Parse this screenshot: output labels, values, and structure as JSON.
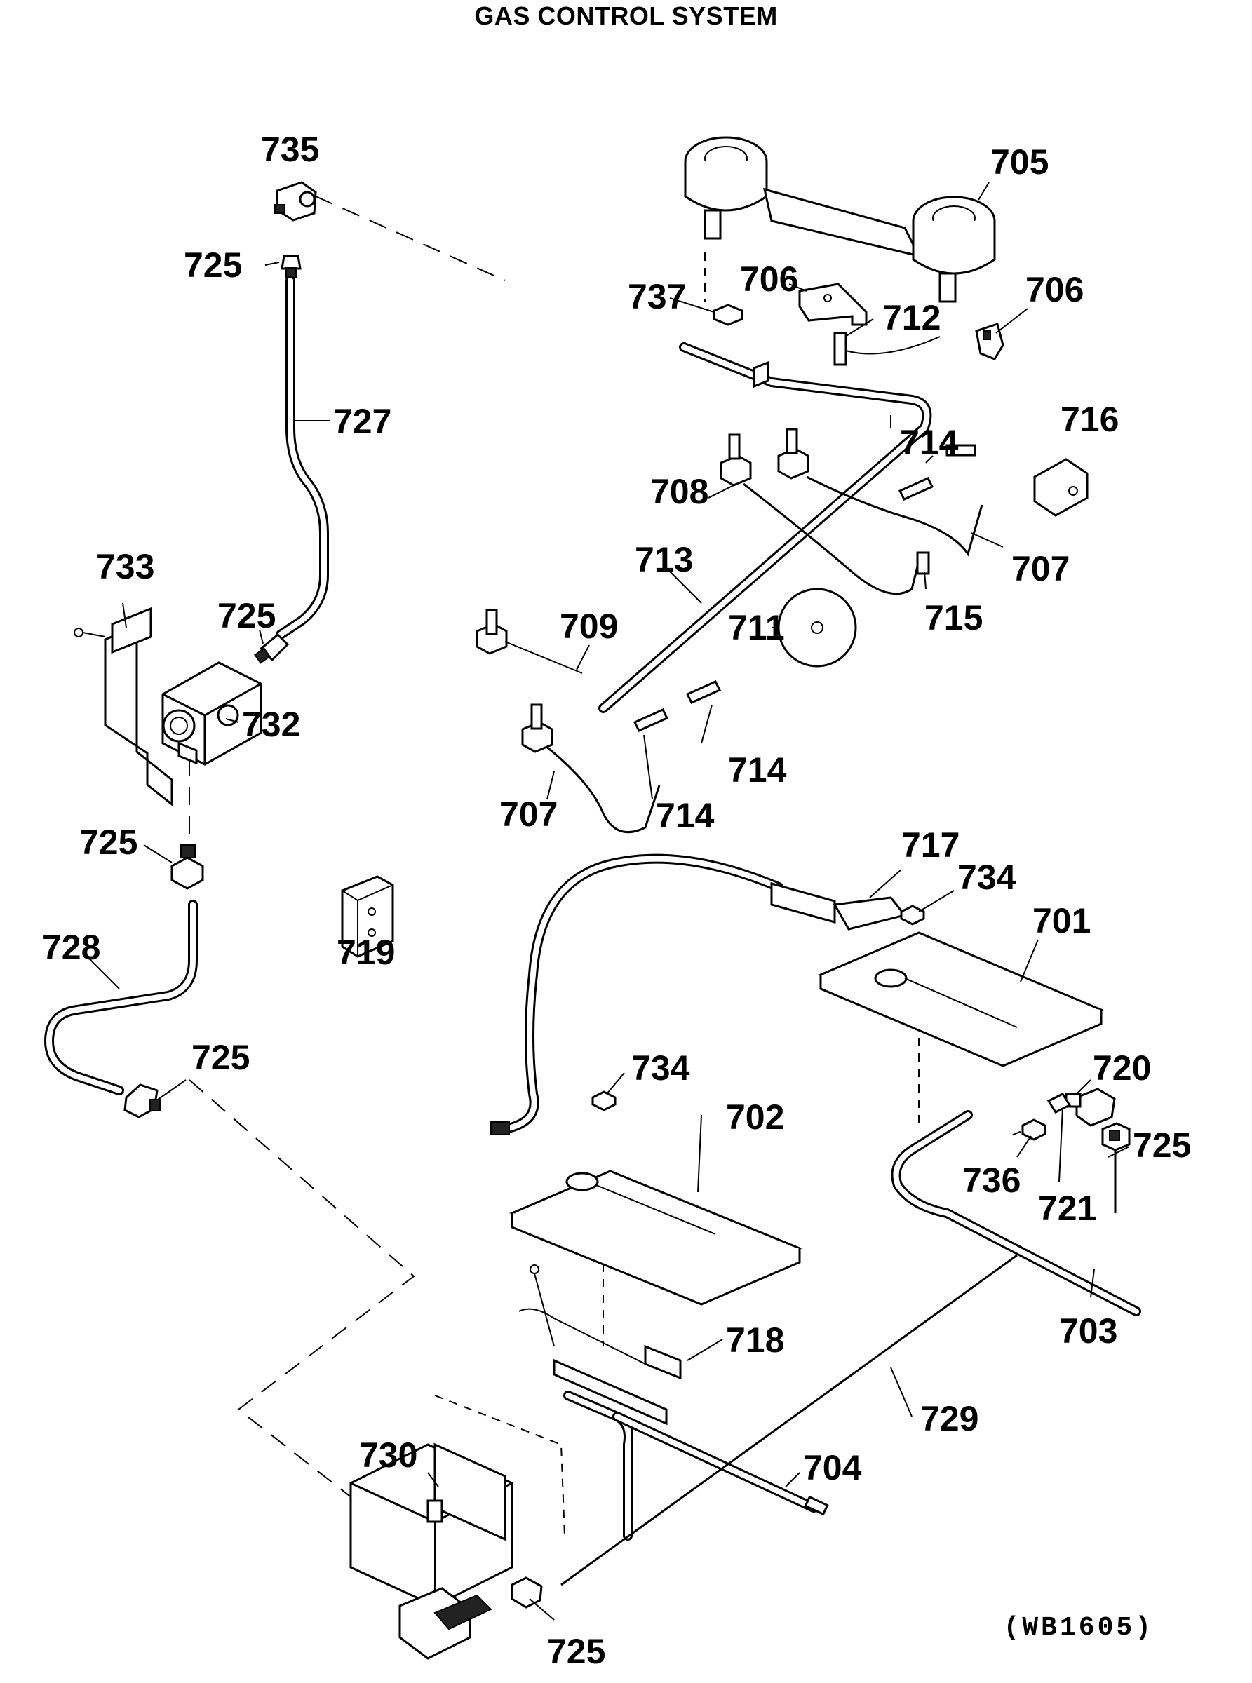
{
  "title": "GAS CONTROL SYSTEM",
  "drawing_code": "(WB1605)",
  "labels": {
    "l701": "701",
    "l702": "702",
    "l703": "703",
    "l704": "704",
    "l705": "705",
    "l706a": "706",
    "l706b": "706",
    "l707a": "707",
    "l707b": "707",
    "l708": "708",
    "l709": "709",
    "l711": "711",
    "l712": "712",
    "l713": "713",
    "l714a": "714",
    "l714b": "714",
    "l714c": "714",
    "l715": "715",
    "l716": "716",
    "l717": "717",
    "l718": "718",
    "l719": "719",
    "l720": "720",
    "l721": "721",
    "l725a": "725",
    "l725b": "725",
    "l725c": "725",
    "l725d": "725",
    "l725e": "725",
    "l725f": "725",
    "l727": "727",
    "l728": "728",
    "l729": "729",
    "l730": "730",
    "l732": "732",
    "l733": "733",
    "l734a": "734",
    "l734b": "734",
    "l735": "735",
    "l736": "736",
    "l737": "737"
  }
}
